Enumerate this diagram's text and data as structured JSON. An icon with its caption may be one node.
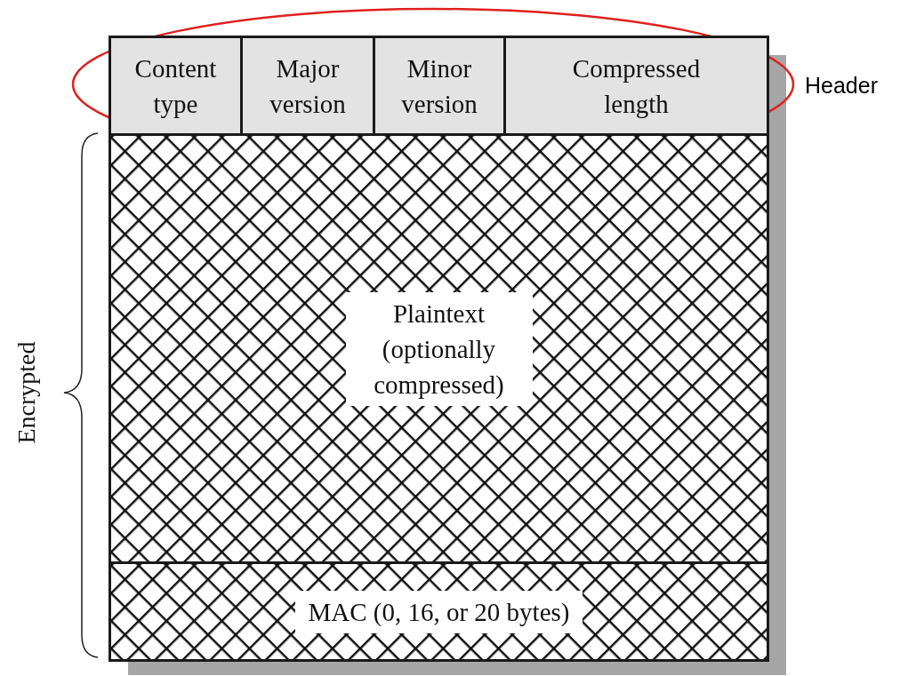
{
  "diagram": {
    "nodes": [
      {
        "text": [
          "Header"
        ]
      },
      {
        "text": [
          "Content type"
        ],
        "in": 0
      },
      {
        "text": [
          "Major version"
        ],
        "in": 0
      },
      {
        "text": [
          "Minor version"
        ],
        "in": 0
      },
      {
        "text": [
          "Compressed length"
        ],
        "in": 0
      },
      {
        "text": [
          "Plaintext (optionally compressed)"
        ]
      },
      {
        "text": [
          "MAC (0, 16, or 20 bytes)"
        ]
      }
    ],
    "edges": [],
    "labels": [
      "Encrypted"
    ]
  }
}
